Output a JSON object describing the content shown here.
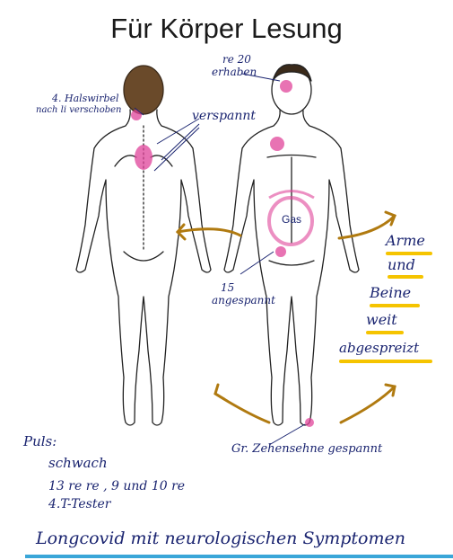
{
  "title": "Für Körper Lesung",
  "labels": {
    "re20": "re 20",
    "erhaben": "erhaben",
    "halswirbel_1": "4. Halswirbel",
    "halswirbel_2": "nach li verschoben",
    "verspannt": "verspannt",
    "gas": "Gas",
    "angespannt_num": "15",
    "angespannt": "angespannt",
    "arme_1": "Arme",
    "arme_2": "und",
    "arme_3": "Beine",
    "arme_4": "weit",
    "arme_5": "abgespreizt",
    "puls_title": "Puls:",
    "puls_1": "schwach",
    "puls_2": "13 re re , 9 und 10 re",
    "puls_3": "4.T-Tester",
    "zehen": "Gr. Zehensehne gespannt",
    "footer": "Longcovid mit neurologischen Symptomen"
  },
  "colors": {
    "ink": "#1a2470",
    "pink": "#e0449a",
    "arrow": "#b07a10",
    "highlight": "#f5c400",
    "underline": "#3aa6d8"
  }
}
